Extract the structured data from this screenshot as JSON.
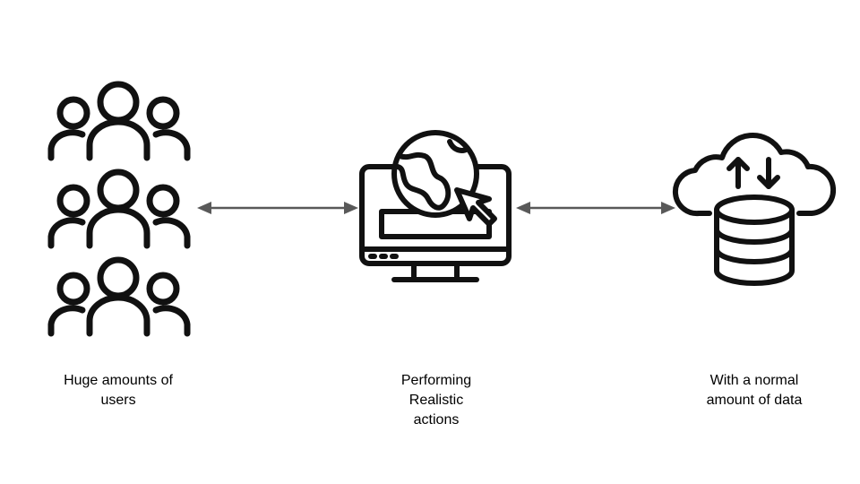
{
  "diagram": {
    "nodes": [
      {
        "id": "users",
        "icon": "users-group-icon",
        "label": "Huge amounts of\nusers"
      },
      {
        "id": "actions",
        "icon": "web-monitor-icon",
        "label": "Performing\nRealistic\nactions"
      },
      {
        "id": "data",
        "icon": "cloud-database-icon",
        "label": "With a normal\namount of data"
      }
    ],
    "edges": [
      {
        "from": "users",
        "to": "actions",
        "direction": "both"
      },
      {
        "from": "actions",
        "to": "data",
        "direction": "both"
      }
    ],
    "colors": {
      "icon": "#111111",
      "arrow": "#595959",
      "text": "#000000",
      "background": "#ffffff"
    }
  }
}
